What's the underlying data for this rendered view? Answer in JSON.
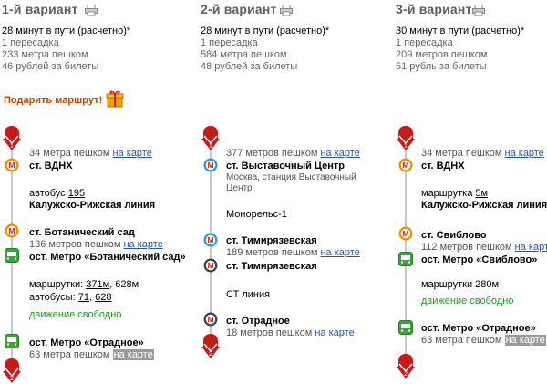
{
  "variants": [
    {
      "title": "1-й вариант",
      "summary": {
        "time": "28 минут в пути (расчетно)*",
        "transfers": "1 пересадка",
        "walk": "233 метра пешком",
        "cost": "46 рублей за билеты"
      }
    },
    {
      "title": "2-й вариант",
      "summary": {
        "time": "28 минут в пути (расчетно)*",
        "transfers": "1 пересадка",
        "walk": "584 метра пешком",
        "cost": "48 рублей за билеты"
      }
    },
    {
      "title": "3-й вариант",
      "summary": {
        "time": "30 минут в пути (расчетно)*",
        "transfers": "1 пересадка",
        "walk": "209 метров пешком",
        "cost": "51 рубль за билеты"
      }
    }
  ],
  "gift": {
    "label": "Подарить маршрут!"
  },
  "map_link": "на карте",
  "route1": {
    "walk1": "34 метра пешком",
    "stop1": "ст. ВДНХ",
    "bus_prefix": "автобус",
    "bus_no": "195",
    "line": "Калужско-Рижская линия",
    "stop2": "ст. Ботанический сад",
    "walk2": "136 метров пешком",
    "stop3": "ост. Метро «Ботанический сад»",
    "minibus_prefix": "маршрутки:",
    "minibus_a": "371м",
    "minibus_b": ", 628м",
    "buses_prefix": "автобусы:",
    "buses_a": "71",
    "buses_b": "628",
    "traffic": "движение свободно",
    "stop4": "ост. Метро «Отрадное»",
    "walk3": "63 метра пешком"
  },
  "route2": {
    "walk1": "377 метров пешком",
    "stop1": "ст. Выставочный Центр",
    "addr1": "Москва, станция Выставочный",
    "addr2": "Центр",
    "line1": "Монорельс-1",
    "stop2": "ст. Тимирязевская",
    "walk2": "189 метров пешком",
    "stop3": "ст. Тимирязевская",
    "line2": "СТ линия",
    "stop4": "ст. Отрадное",
    "walk3": "18 метров пешком"
  },
  "route3": {
    "walk1": "34 метра пешком",
    "stop1": "ст. ВДНХ",
    "minibus_prefix": "маршрутка",
    "minibus_no": "5м",
    "line": "Калужско-Рижская линия",
    "stop2": "ст. Свиблово",
    "walk2": "112 метров пешком",
    "stop3": "ост. Метро «Свиблово»",
    "minibus2": "маршрутки 280м",
    "traffic": "движение свободно",
    "stop4": "ост. Метро «Отрадное»",
    "walk3": "63 метра пешком"
  },
  "markers": {
    "start": "1",
    "end": "2"
  },
  "colors": {
    "pin": "#c41b1b",
    "metro_orange": "#f08c00",
    "mono_blue": "#2d9ad6",
    "gray_metro": "#444444",
    "bus_green": "#3aa53a",
    "link": "#2a56a8"
  }
}
